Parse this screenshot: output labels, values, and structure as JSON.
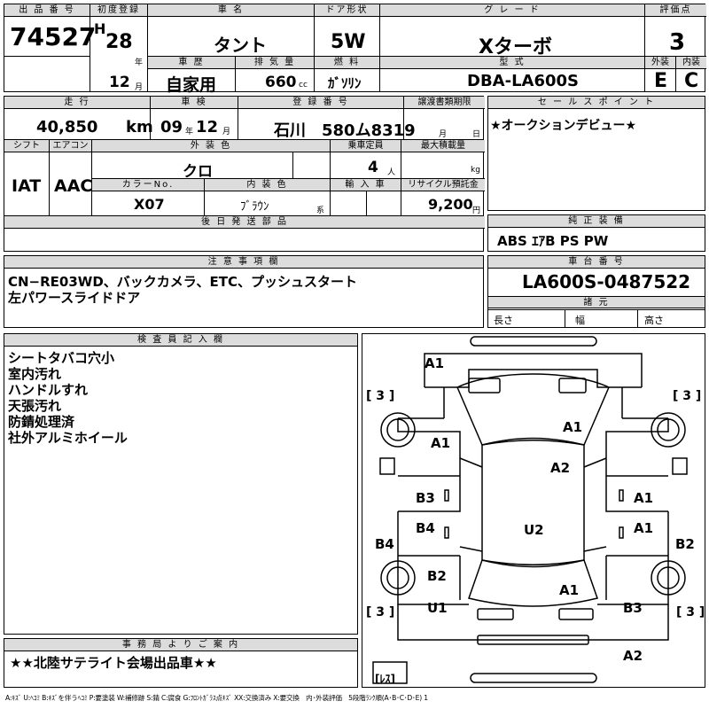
{
  "headers": {
    "lot": "出 品 番 号",
    "first_reg": "初度登録",
    "car_name": "車 名",
    "door": "ドア形状",
    "grade": "グ レ ー ド",
    "score": "評価点",
    "history": "車 歴",
    "displacement": "排 気 量",
    "fuel": "燃 料",
    "model": "型 式",
    "exterior": "外装",
    "interior": "内装",
    "mileage": "走 行",
    "inspection": "車 検",
    "plate": "登 録 番 号",
    "transfer": "譲渡書類期限",
    "sales_point": "セ ー ル ス ポ イ ン ト",
    "shift": "シフト",
    "aircon": "エアコン",
    "ext_color": "外 装 色",
    "capacity": "乗車定員",
    "max_load": "最大積載量",
    "color_no": "カラーNo.",
    "int_color": "内 装 色",
    "import": "輸 入 車",
    "recycle": "リサイクル預託金",
    "later_parts": "後 日 発 送 部 品",
    "genuine": "純 正 装 備",
    "notes": "注 意 事 項 欄",
    "chassis": "車 台 番 号",
    "specs": "諸 元",
    "inspector": "検 査 員 記 入 欄",
    "office": "事 務 局 よ り ご 案 内"
  },
  "vehicle": {
    "lot_number": "74527",
    "era": "H",
    "reg_year": "28",
    "reg_year_unit": "年",
    "reg_month": "12",
    "reg_month_unit": "月",
    "name": "タント",
    "door": "5W",
    "grade": "Xターボ",
    "score": "3",
    "history": "自家用",
    "displacement": "660",
    "displacement_unit": "cc",
    "fuel": "ｶﾞｿﾘﾝ",
    "model": "DBA-LA600S",
    "exterior_score": "E",
    "interior_score": "C",
    "mileage": "40,850",
    "mileage_unit": "km",
    "inspection_year": "09",
    "inspection_year_unit": "年",
    "inspection_month": "12",
    "inspection_month_unit": "月",
    "plate": "石川　580ム8319",
    "transfer_month_unit": "月",
    "transfer_day_unit": "日",
    "shift": "IAT",
    "aircon": "AAC",
    "ext_color": "クロ",
    "capacity": "4",
    "capacity_unit": "人",
    "load_unit": "kg",
    "color_no": "X07",
    "int_color": "ﾌﾞﾗｳﾝ",
    "int_color_unit": "系",
    "recycle": "9,200",
    "recycle_unit": "円",
    "sales_point": "★オークションデビュー★",
    "genuine": "ABS ｴｱB PS PW",
    "notes_line1": "CN−RE03WD、バックカメラ、ETC、プッシュスタート",
    "notes_line2": "左パワースライドドア",
    "chassis": "LA600S-0487522",
    "spec_length": "長さ",
    "spec_width": "幅",
    "spec_height": "高さ",
    "inspector_notes": [
      "シートタバコ穴小",
      "室内汚れ",
      "ハンドルすれ",
      "天張汚れ",
      "防錆処理済",
      "社外アルミホイール"
    ],
    "office_message": "★★北陸サテライト会場出品車★★"
  },
  "diagram": {
    "tire_marks": [
      "[ 3 ]",
      "[ 3 ]",
      "[ 3 ]",
      "[ 3 ]",
      "[ﾚｽ]"
    ],
    "damage": [
      "A1",
      "A1",
      "A1",
      "A2",
      "B3",
      "A1",
      "B4",
      "U2",
      "A1",
      "B4",
      "B2",
      "B2",
      "A1",
      "U1",
      "B3",
      "A2"
    ]
  },
  "legend": "A:ｷｽﾞ U:ﾍｺﾐ B:ｷｽﾞを伴うﾍｺﾐ P:要塗装 W:補修跡 S:錆 C:腐食 G:ﾌﾛﾝﾄｶﾞﾗｽ点ｷｽﾞ XX:交換済み X:要交換　内･外装評価　5段階ﾗﾝｸ順(A･B･C･D･E) 1"
}
